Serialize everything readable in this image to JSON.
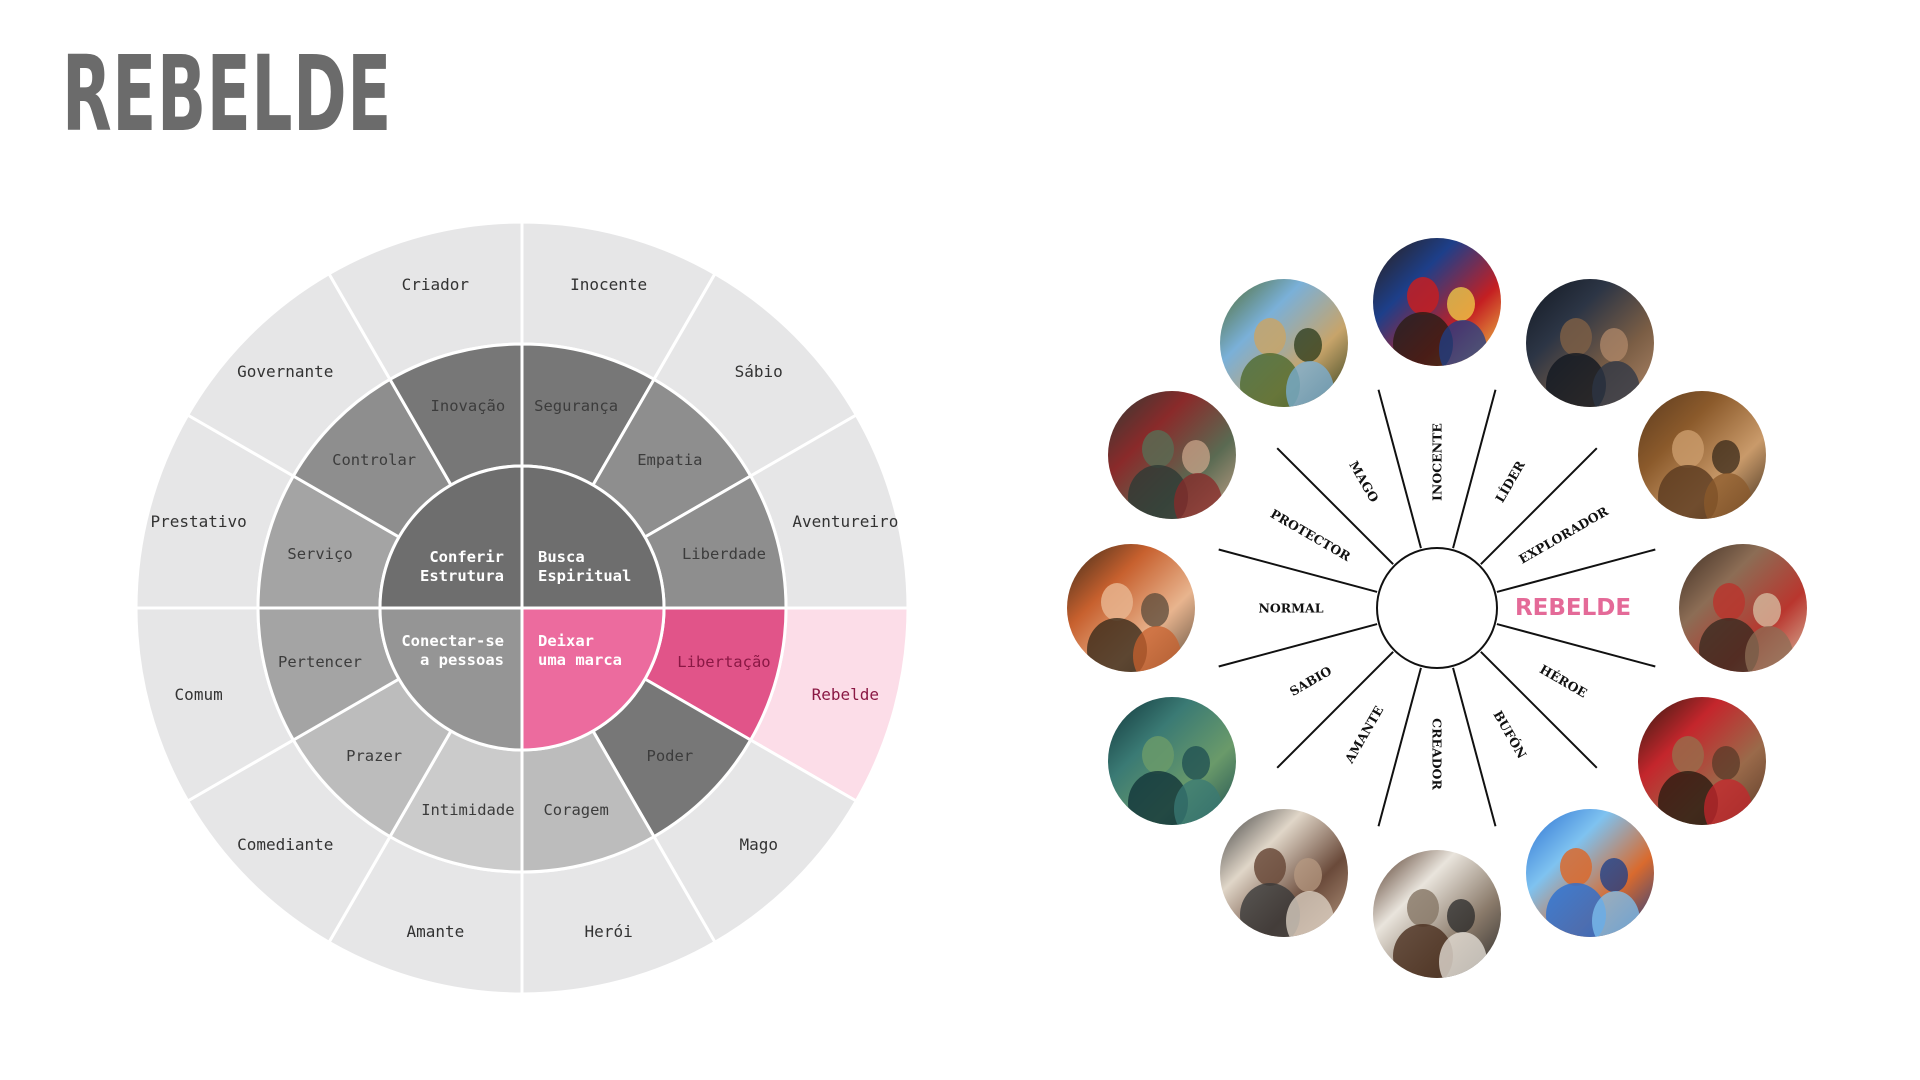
{
  "title": "REBELDE",
  "wheel": {
    "colors": {
      "outer": "#e6e6e7",
      "middle": [
        "#777777",
        "#8e8e8e",
        "#a4a4a4",
        "#bcbcbc",
        "#cbcbcb"
      ],
      "center": "#6e6e6e",
      "center_light": "#959595",
      "highlight_center": "#ec6b9e",
      "highlight_middle": "#e15489",
      "highlight_outer": "#fcdde8",
      "highlight_text": "#8a1844"
    },
    "outer": [
      "Inocente",
      "Sábio",
      "Aventureiro",
      "Rebelde",
      "Mago",
      "Herói",
      "Amante",
      "Comediante",
      "Comum",
      "Prestativo",
      "Governante",
      "Criador"
    ],
    "middle": [
      "Segurança",
      "Empatia",
      "Liberdade",
      "Libertação",
      "Poder",
      "Coragem",
      "Intimidade",
      "Prazer",
      "Pertencer",
      "Serviço",
      "Controlar",
      "Inovação"
    ],
    "center": {
      "top_left": [
        "Conferir",
        "Estrutura"
      ],
      "top_right": [
        "Busca",
        "Espiritual"
      ],
      "bottom_right": [
        "Deixar",
        "uma marca"
      ],
      "bottom_left": [
        "Conectar-se",
        "a pessoas"
      ]
    },
    "highlight_index": 3
  },
  "map": {
    "highlight_label": "REBELDE",
    "highlight_color": "#e46a98",
    "labels": [
      "INOCENTE",
      "LÍDER",
      "EXPLORADOR",
      "HÉROE",
      "BUFÓN",
      "CREADOR",
      "AMANTE",
      "SABIO",
      "NORMAL",
      "PROTECTOR",
      "MAGO"
    ],
    "photos": [
      {
        "name": "snow-white-photo",
        "colors": [
          "#2b1d14",
          "#1d3f8a",
          "#c41f22",
          "#f2d24a"
        ]
      },
      {
        "name": "prison-guard-photo",
        "colors": [
          "#121821",
          "#2c3545",
          "#7b5e45",
          "#b08869"
        ]
      },
      {
        "name": "indiana-jones-photo",
        "colors": [
          "#5a3a1f",
          "#8b5a2b",
          "#c99a6a",
          "#3a2a1a"
        ]
      },
      {
        "name": "jack-sparrow-photo",
        "colors": [
          "#3a2a20",
          "#8c6d55",
          "#b9362e",
          "#d8c2a6"
        ]
      },
      {
        "name": "rambo-photo",
        "colors": [
          "#2a1a10",
          "#c4262c",
          "#9a6a4a",
          "#5a3a28"
        ]
      },
      {
        "name": "finding-nemo-photo",
        "colors": [
          "#2b6fd1",
          "#7ec2f0",
          "#d96a2e",
          "#1a3d8a"
        ]
      },
      {
        "name": "doc-brown-photo",
        "colors": [
          "#4a2e1e",
          "#e9e4dc",
          "#8a7a6a",
          "#2a2a2a"
        ]
      },
      {
        "name": "romeo-juliet-photo",
        "colors": [
          "#3a3a3a",
          "#e0d6c8",
          "#6a4a3a",
          "#b79a82"
        ]
      },
      {
        "name": "yoda-photo",
        "colors": [
          "#11353a",
          "#3a7a74",
          "#6a9a6a",
          "#1d4d52"
        ]
      },
      {
        "name": "ron-weasley-photo",
        "colors": [
          "#3a2a1a",
          "#c7602e",
          "#e8b48e",
          "#5a4a3a"
        ]
      },
      {
        "name": "mary-poppins-photo",
        "colors": [
          "#2e3a34",
          "#8a2a2a",
          "#5a6a52",
          "#c9a48a"
        ]
      },
      {
        "name": "wizard-of-oz-photo",
        "colors": [
          "#4f6a2e",
          "#7ab0d8",
          "#c7a46a",
          "#2a3a1a"
        ]
      }
    ]
  }
}
